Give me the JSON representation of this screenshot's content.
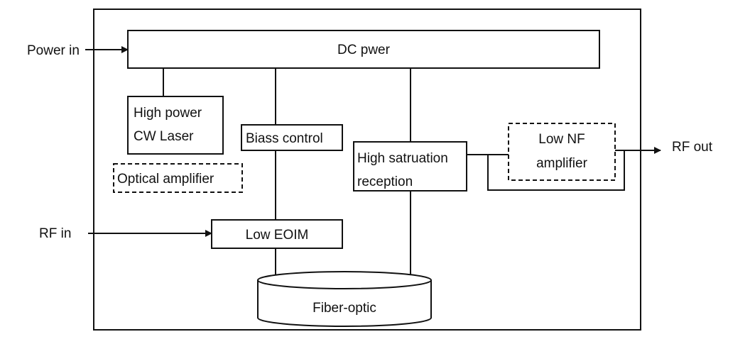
{
  "diagram": {
    "inputs": {
      "power_in": "Power in",
      "rf_in": "RF in"
    },
    "outputs": {
      "rf_out": "RF out"
    },
    "blocks": {
      "dc_power": "DC pwer",
      "laser_line1": "High power",
      "laser_line2": "CW Laser",
      "optical_amplifier": "Optical amplifier",
      "bias_control": "Biass control",
      "receiver_line1": "High satruation",
      "receiver_line2": "reception",
      "lna_line1": "Low NF",
      "lna_line2": "amplifier",
      "modulator": "Low EOIM",
      "fiber": "Fiber-optic"
    },
    "colors": {
      "stroke": "#111111",
      "background": "#ffffff"
    }
  }
}
